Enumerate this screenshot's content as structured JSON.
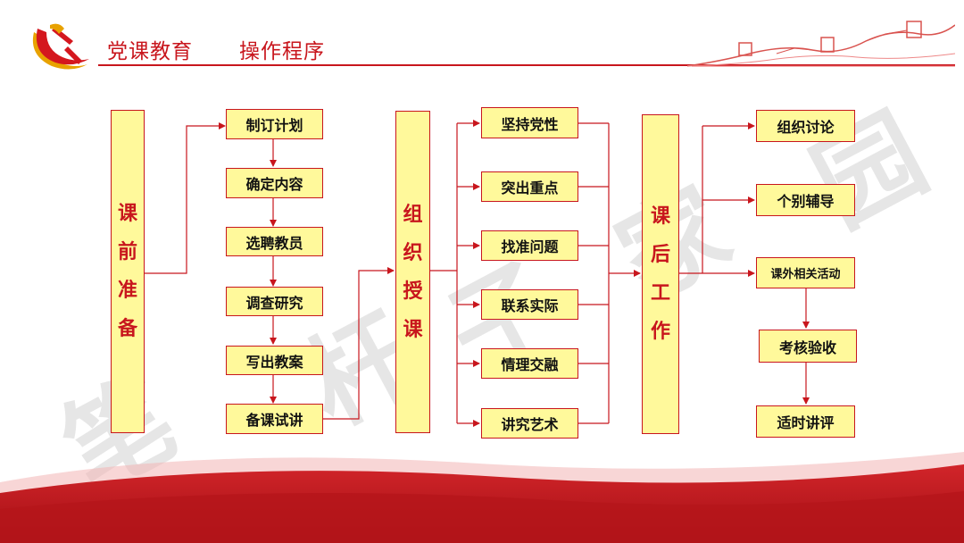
{
  "header": {
    "title_left": "党课教育",
    "title_right": "操作程序",
    "emblem_icon": "hammer-sickle-icon",
    "ornament": "great-wall-icon"
  },
  "colors": {
    "accent": "#c8161d",
    "box_fill": "#fff99b",
    "watermark": "#c8c8c8"
  },
  "watermark": {
    "chars": [
      "笔",
      "杆",
      "子",
      "家",
      "园"
    ]
  },
  "stages": {
    "prep": {
      "label": [
        "课",
        "前",
        "准",
        "备"
      ],
      "steps": [
        "制订计划",
        "确定内容",
        "选聘教员",
        "调查研究",
        "写出教案",
        "备课试讲"
      ]
    },
    "teach": {
      "label": [
        "组",
        "织",
        "授",
        "课"
      ],
      "points": [
        "坚持党性",
        "突出重点",
        "找准问题",
        "联系实际",
        "情理交融",
        "讲究艺术"
      ]
    },
    "after": {
      "label": [
        "课",
        "后",
        "工",
        "作"
      ],
      "tasks": [
        "组织讨论",
        "个别辅导",
        "课外相关活动",
        "考核验收",
        "适时讲评"
      ]
    }
  }
}
